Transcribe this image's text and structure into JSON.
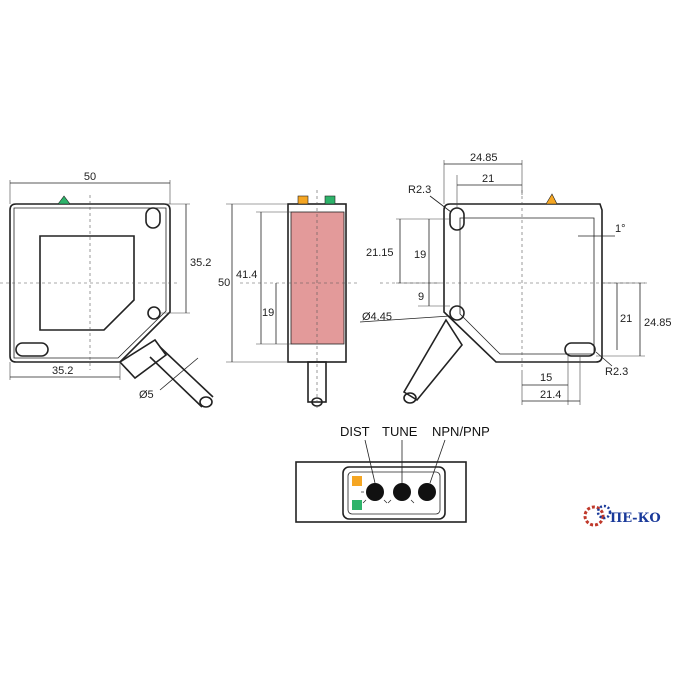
{
  "colors": {
    "led_orange": "#f5a623",
    "led_green": "#2db36a",
    "lens": "#e39a9a",
    "logo": "#1a3a9a"
  },
  "front": {
    "width": "50",
    "height_to_hole": "35.2",
    "bottom_to_cable": "35.2",
    "cable_dia": "Ø5"
  },
  "side": {
    "height": "50",
    "window_h": "41.4",
    "window_inner": "19"
  },
  "back": {
    "top_24_85": "24.85",
    "top_21": "21",
    "r_top": "R2.3",
    "angle": "1°",
    "h_21_15": "21.15",
    "h_19": "19",
    "h_9": "9",
    "hole_dia": "Ø4.45",
    "r_21": "21",
    "r_24_85": "24.85",
    "r_bottom": "R2.3",
    "b_15": "15",
    "b_21_4": "21.4"
  },
  "panel": {
    "dist": "DIST",
    "tune": "TUNE",
    "npnpnp": "NPN/PNP"
  },
  "logo": {
    "text": "ПЕ-КО",
    "icon": "gear-icon"
  }
}
